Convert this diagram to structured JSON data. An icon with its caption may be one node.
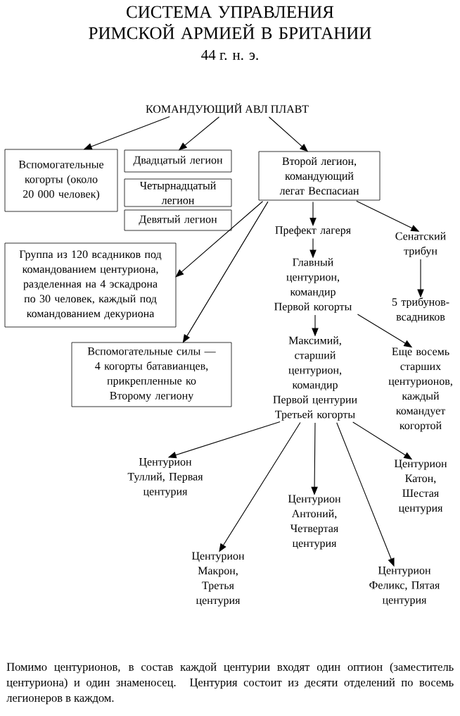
{
  "diagram": {
    "title": "СИСТЕМА УПРАВЛЕНИЯ РИМСКОЙ АРМИЕЙ В БРИТАНИИ",
    "nodes": [
      {
        "text": [
          "КОМАНДУЮЩИЙ АВЛ ПЛАВТ"
        ]
      },
      {
        "text": [
          "Вспомогательные когорты (около 20 000 человек)"
        ]
      },
      {
        "text": [
          "Двадцатый легион"
        ]
      },
      {
        "text": [
          "Четырнадцатый легион"
        ]
      },
      {
        "text": [
          "Девятый легион"
        ]
      },
      {
        "text": [
          "Второй легион, командующий легат Веспасиан"
        ]
      },
      {
        "text": [
          "Группа из 120 всадников под командованием центуриона, разделенная на 4 эскадрона по 30 человек, каждый под командованием декуриона"
        ]
      },
      {
        "text": [
          "Вспомогательные силы — 4 когорты батавианцев, прикрепленные ко Второму легиону"
        ]
      },
      {
        "text": [
          "Префект лагеря"
        ]
      },
      {
        "text": [
          "Сенатский трибун"
        ]
      },
      {
        "text": [
          "Главный центурион, командир Первой когорты"
        ]
      },
      {
        "text": [
          "5 трибунов-всадников"
        ]
      },
      {
        "text": [
          "Максимий, старший центурион, командир Первой центурии Третьей когорты"
        ]
      },
      {
        "text": [
          "Еще восемь старших центурионов, каждый командует когортой"
        ]
      },
      {
        "text": [
          "Центурион Туллий, Первая центурия"
        ]
      },
      {
        "text": [
          "Центурион Антоний, Четвертая центурия"
        ]
      },
      {
        "text": [
          "Центурион Катон, Шестая центурия"
        ]
      },
      {
        "text": [
          "Центурион Макрон, Третья центурия"
        ]
      },
      {
        "text": [
          "Центурион Феликс, Пятая центурия"
        ]
      }
    ],
    "edges": [
      {
        "from": 0,
        "to": 1,
        "arrow": "to"
      },
      {
        "from": 0,
        "to": 2,
        "arrow": "to"
      },
      {
        "from": 0,
        "to": 5,
        "arrow": "to"
      },
      {
        "from": 5,
        "to": 6,
        "arrow": "to"
      },
      {
        "from": 5,
        "to": 7,
        "arrow": "to"
      },
      {
        "from": 5,
        "to": 8,
        "arrow": "to"
      },
      {
        "from": 5,
        "to": 9,
        "arrow": "to"
      },
      {
        "from": 8,
        "to": 10,
        "arrow": "to"
      },
      {
        "from": 9,
        "to": 11,
        "arrow": "to"
      },
      {
        "from": 10,
        "to": 12,
        "arrow": "to"
      },
      {
        "from": 10,
        "to": 13,
        "arrow": "to"
      },
      {
        "from": 12,
        "to": 14,
        "arrow": "to"
      },
      {
        "from": 12,
        "to": 17,
        "arrow": "to"
      },
      {
        "from": 12,
        "to": 15,
        "arrow": "to"
      },
      {
        "from": 12,
        "to": 18,
        "arrow": "to"
      },
      {
        "from": 12,
        "to": 16,
        "arrow": "to"
      }
    ],
    "labels": [
      "44 г. н. э."
    ],
    "caption": "Помимо центурионов, в состав каждой центурии входят один оптион (заместитель центуриона) и один знаменосец. Центурия состоит из десяти отделений по восемь легионеров в каждом."
  }
}
